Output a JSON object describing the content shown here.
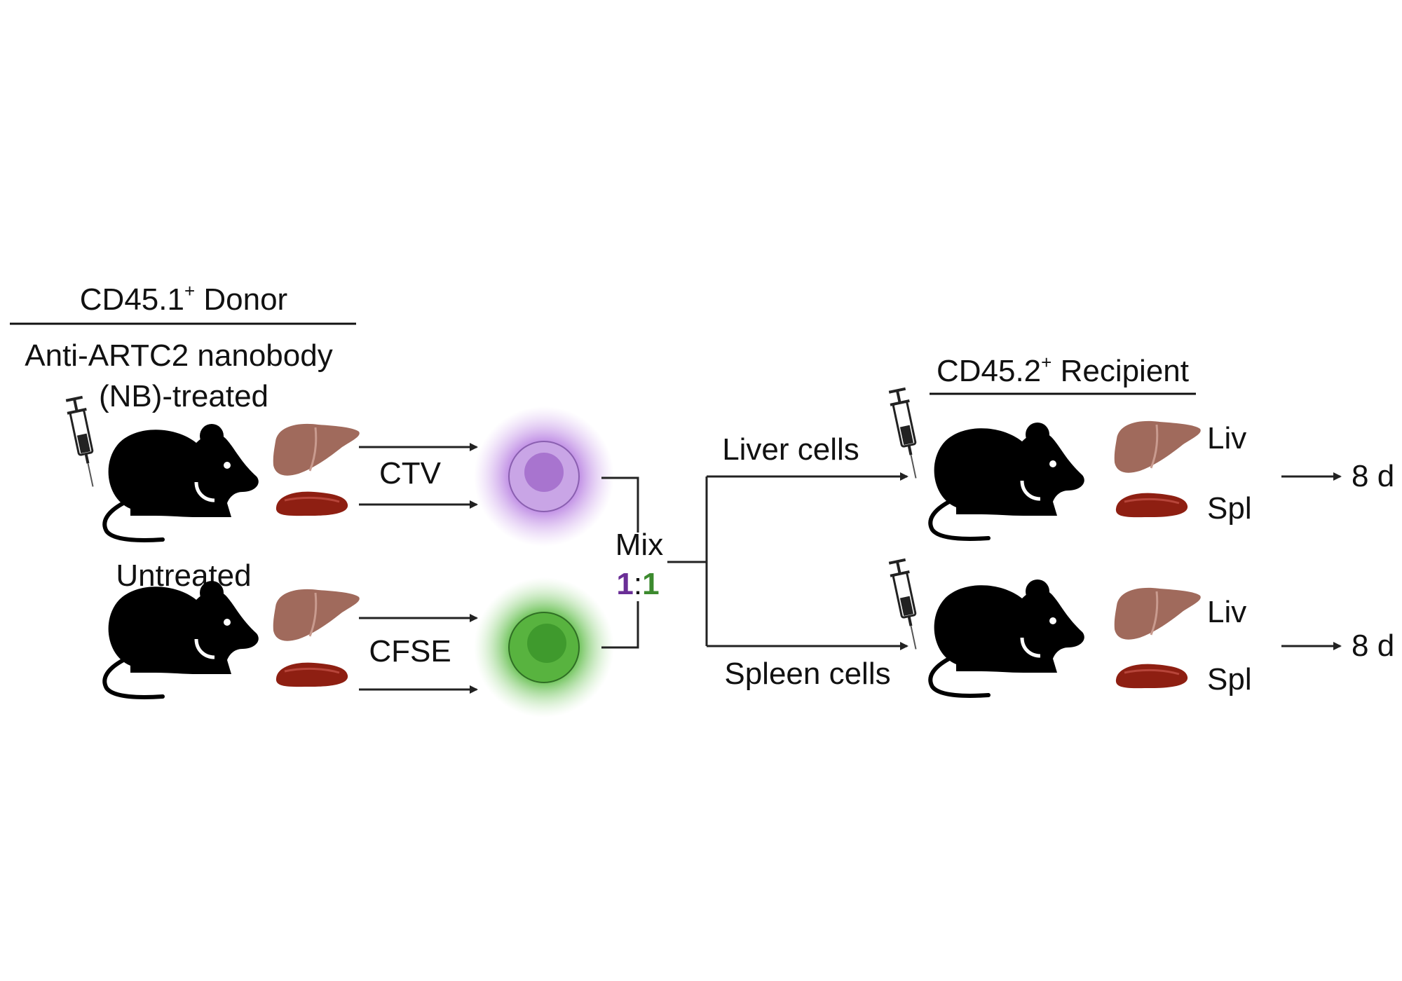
{
  "donor": {
    "title": "CD45.1",
    "title_sup": "+",
    "title_suffix": " Donor",
    "treatment_line1": "Anti-ARTC2 nanobody",
    "treatment_line2": "(NB)-treated",
    "untreated_label": "Untreated"
  },
  "dyes": {
    "ctv_label": "CTV",
    "cfse_label": "CFSE",
    "ctv_color": "#7b3fa6",
    "cfse_color": "#3c8a2e"
  },
  "mix": {
    "label": "Mix",
    "ratio_left": "1",
    "ratio_sep": ":",
    "ratio_right": "1"
  },
  "transfer": {
    "liver_cells_label": "Liver cells",
    "spleen_cells_label": "Spleen cells"
  },
  "recipient": {
    "title": "CD45.2",
    "title_sup": "+",
    "title_suffix": " Recipient",
    "liver_abbrev": "Liv",
    "spleen_abbrev": "Spl",
    "liver_color": "#8b4513",
    "spleen_color": "#e03a2c",
    "duration_label": "8 d"
  },
  "icons": [
    "mouse-icon",
    "liver-icon",
    "spleen-icon",
    "syringe-icon",
    "cell-icon"
  ]
}
